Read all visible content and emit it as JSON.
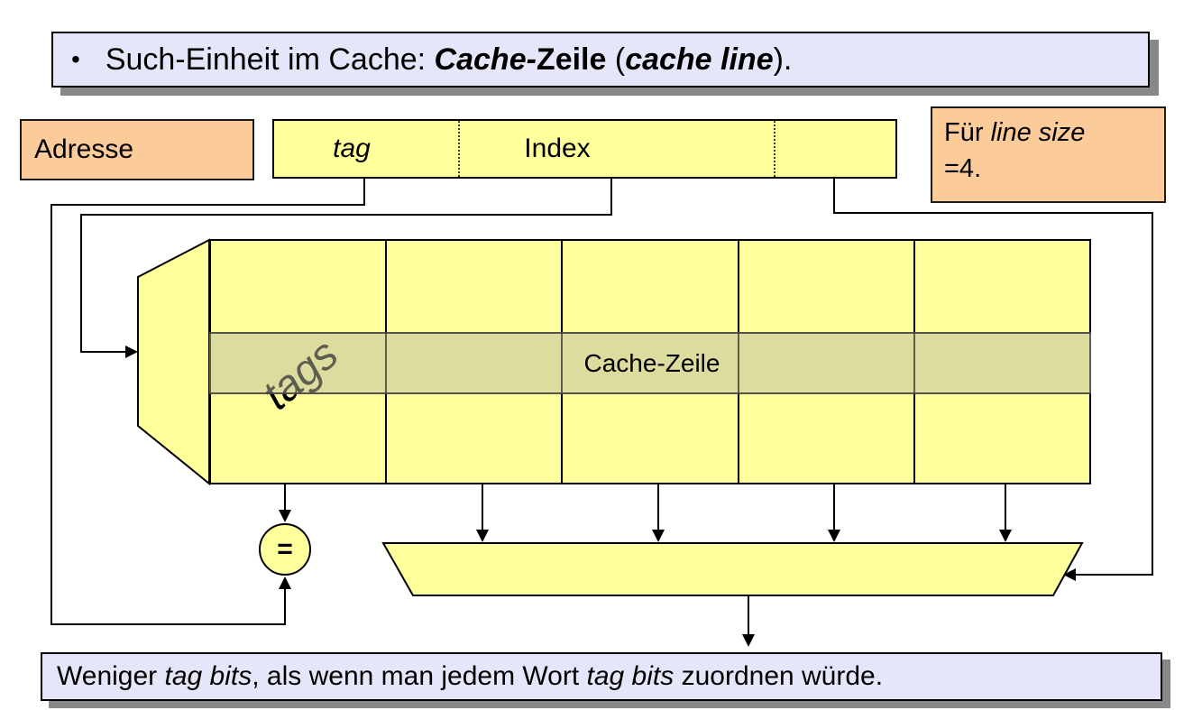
{
  "title": {
    "bullet": "•",
    "t1": "Such-Einheit im Cache: ",
    "t2": "Cache-",
    "t3": "Zeile",
    "t4": " (",
    "t5": "cache line",
    "t6": ")."
  },
  "address": {
    "label": "Adresse"
  },
  "address_bar": {
    "tag": "tag",
    "index": "Index"
  },
  "note": {
    "t1": "Für ",
    "t2": "line size",
    "t3": "=4."
  },
  "cache": {
    "tags_label": "tags",
    "line_label": "Cache-Zeile",
    "columns": 5,
    "rows": 3
  },
  "comparator": {
    "symbol": "="
  },
  "bottom": {
    "t1": "Weniger ",
    "t2": "tag bits",
    "t3": ", als wenn man jedem Wort ",
    "t4": "tag bits",
    "t5": " zuordnen würde."
  },
  "colors": {
    "lavender": "#E6E6FA",
    "peach": "#FBCB99",
    "yellow": "#FFFF9C",
    "highlight_overlay": "rgba(185,185,160,0.5)",
    "shadow": "#888888",
    "wire": "#000000"
  }
}
